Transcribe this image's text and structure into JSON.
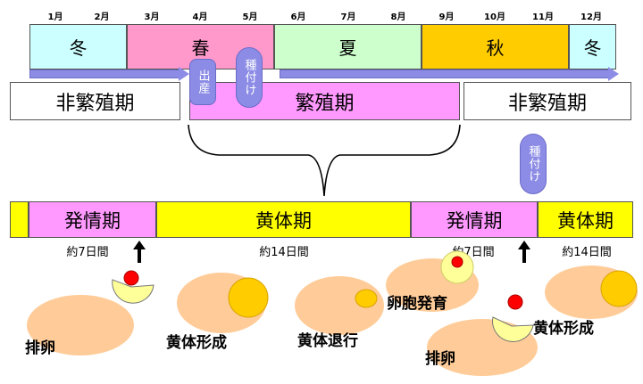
{
  "months": [
    "1月",
    "2月",
    "3月",
    "4月",
    "5月",
    "6月",
    "7月",
    "8月",
    "9月",
    "10月",
    "11月",
    "12月"
  ],
  "seasons": {
    "winter1": "冬",
    "spring": "春",
    "summer": "夏",
    "autumn": "秋",
    "winter2": "冬"
  },
  "breeding": {
    "non_breeding_left": "非繁殖期",
    "breeding": "繁殖期",
    "non_breeding_right": "非繁殖期"
  },
  "badges": {
    "birth": "出産",
    "mating1": "種付け",
    "mating2": "種付け"
  },
  "cycle": {
    "estrus1": "発情期",
    "luteal1": "黄体期",
    "estrus2": "発情期",
    "luteal2": "黄体期"
  },
  "durations": {
    "d1": "約7日間",
    "d2": "約14日間",
    "d3": "約7日間",
    "d4": "約14日間"
  },
  "stages": {
    "ovulation1": "排卵",
    "cl_formation1": "黄体形成",
    "cl_regression": "黄体退行",
    "follicle": "卵胞発育",
    "ovulation2": "排卵",
    "cl_formation2": "黄体形成"
  },
  "colors": {
    "winter": "#ccffff",
    "spring": "#ff99cc",
    "summer": "#ccffcc",
    "autumn": "#ffcc00",
    "breeding": "#ff99ff",
    "estrus": "#ff99ff",
    "luteal": "#ffff00",
    "ovary": "#ffcc99",
    "follicle": "#ffff99",
    "corpus": "#ffcc00",
    "egg": "#ff0000",
    "arrow": "#8c8ce6"
  }
}
